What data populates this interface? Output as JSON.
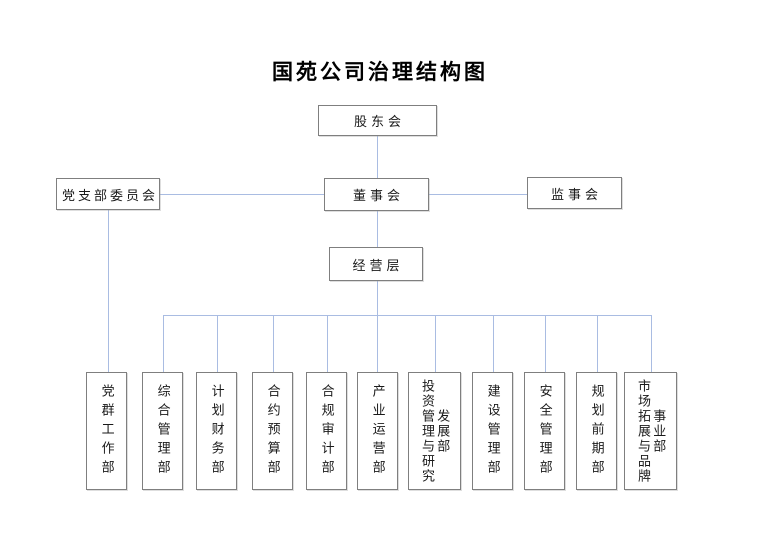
{
  "title": "国苑公司治理结构图",
  "nodes": {
    "shareholders": "股东会",
    "party_committee": "党支部委员会",
    "board": "董事会",
    "supervisory": "监事会",
    "management": "经营层"
  },
  "departments": [
    {
      "label": "党群工作部",
      "columns": [
        "党群工作部"
      ]
    },
    {
      "label": "综合管理部",
      "columns": [
        "综合管理部"
      ]
    },
    {
      "label": "计划财务部",
      "columns": [
        "计划财务部"
      ]
    },
    {
      "label": "合约预算部",
      "columns": [
        "合约预算部"
      ]
    },
    {
      "label": "合规审计部",
      "columns": [
        "合规审计部"
      ]
    },
    {
      "label": "产业运营部",
      "columns": [
        "产业运营部"
      ]
    },
    {
      "label": "投资管理与研究发展部",
      "columns": [
        "投资管理与研究",
        "发展部"
      ]
    },
    {
      "label": "建设管理部",
      "columns": [
        "建设管理部"
      ]
    },
    {
      "label": "安全管理部",
      "columns": [
        "安全管理部"
      ]
    },
    {
      "label": "规划前期部",
      "columns": [
        "规划前期部"
      ]
    },
    {
      "label": "市场拓展与品牌事业部",
      "columns": [
        "市场拓展与品牌",
        "事业部"
      ]
    }
  ],
  "colors": {
    "connector": "#a9bce2",
    "box_border": "#7f7f7f",
    "text": "#1a1a1a",
    "background": "#ffffff"
  }
}
